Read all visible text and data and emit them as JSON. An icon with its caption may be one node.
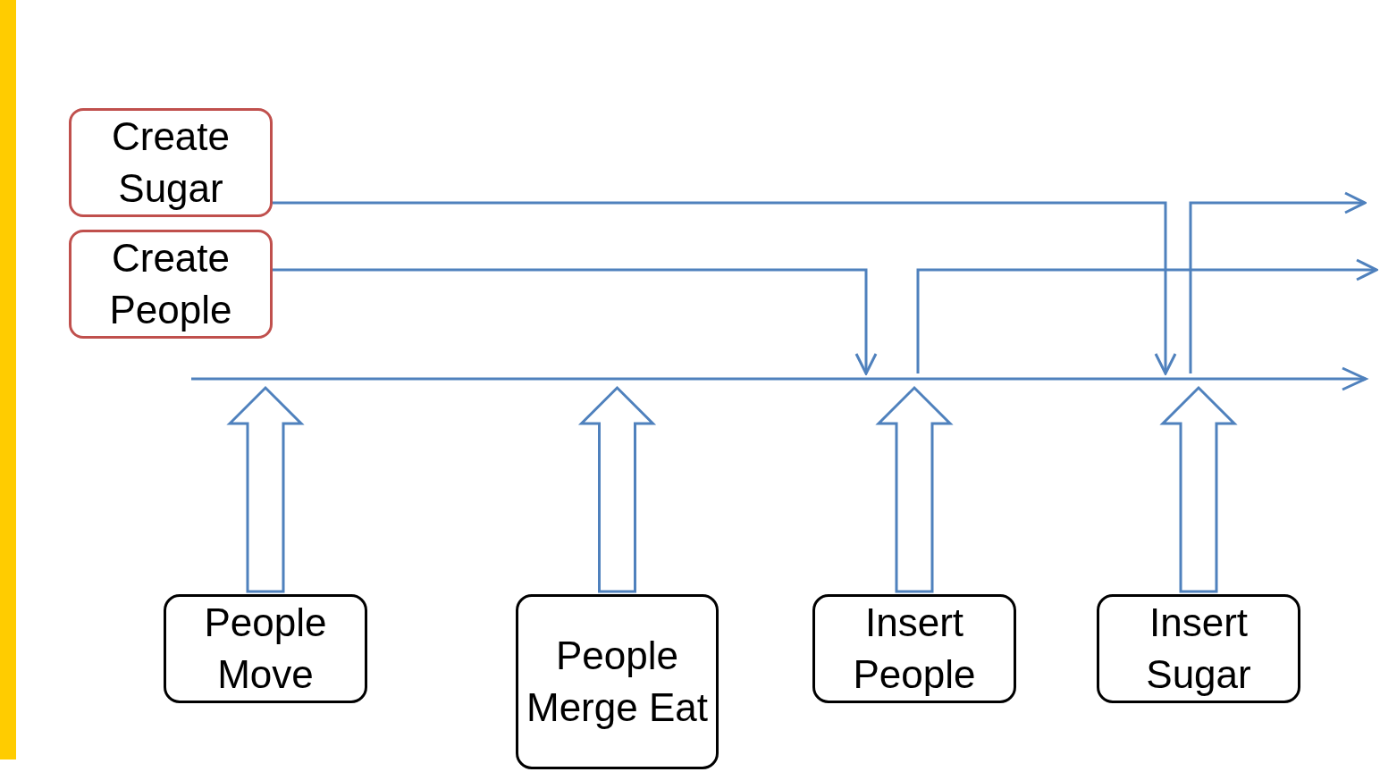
{
  "diagram": {
    "nodes": [
      {
        "text": [
          "Create Sugar"
        ]
      },
      {
        "text": [
          "Create People"
        ]
      },
      {
        "text": [],
        "shape": "bar"
      },
      {
        "text": [
          "People Move"
        ]
      },
      {
        "text": [
          "People Merge Eat"
        ]
      },
      {
        "text": [
          "Insert People"
        ]
      },
      {
        "text": [
          "Insert Sugar"
        ]
      }
    ],
    "edges": [
      {
        "from": 0,
        "to": 2,
        "arrow": "to"
      },
      {
        "from": 1,
        "to": 2,
        "arrow": "to"
      },
      {
        "from": 2,
        "to": null,
        "arrow": "to"
      },
      {
        "from": 2,
        "to": null,
        "arrow": "to"
      },
      {
        "from": 3,
        "to": 2,
        "arrow": "to",
        "style": "thick"
      },
      {
        "from": 4,
        "to": 2,
        "arrow": "to",
        "style": "thick"
      },
      {
        "from": 5,
        "to": 2,
        "arrow": "to",
        "style": "thick"
      },
      {
        "from": 6,
        "to": 2,
        "arrow": "to",
        "style": "thick"
      }
    ]
  }
}
